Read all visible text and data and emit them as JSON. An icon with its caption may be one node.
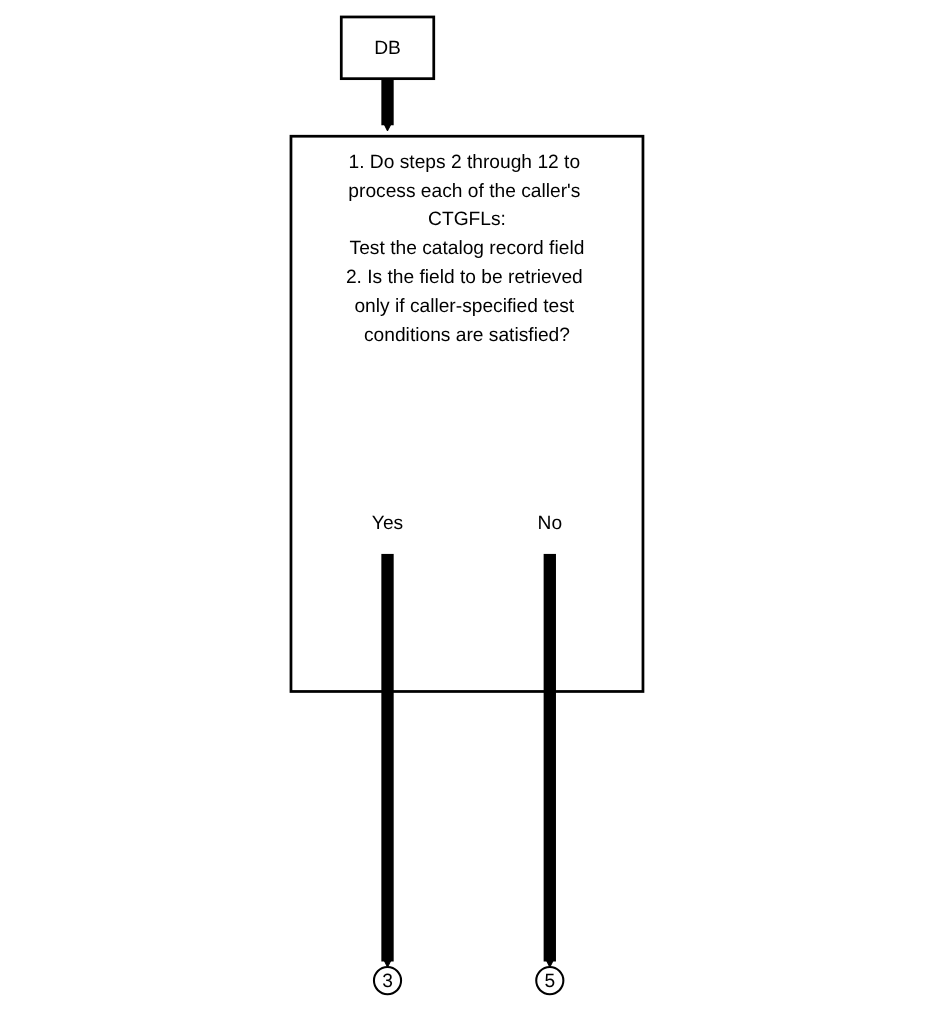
{
  "diagram": {
    "nodes": [
      {
        "text": [
          "DB"
        ]
      },
      {
        "text": [
          "1. Do steps 2 through 12 to process each of the caller's CTGFLs:",
          "Test the catalog record field",
          "2. Is the field to be retrieved only if caller-specified test conditions are satisfied?"
        ]
      },
      {
        "text": [
          "Yes"
        ],
        "in": 1
      },
      {
        "text": [
          "No"
        ],
        "in": 1
      },
      {
        "text": [
          "5"
        ]
      },
      {
        "text": [
          "3"
        ]
      }
    ],
    "edges": [
      {
        "from": 0,
        "to": 1,
        "arrow": "to"
      },
      {
        "from": 3,
        "to": 4,
        "arrow": "to"
      },
      {
        "from": 2,
        "to": 5,
        "arrow": "to"
      }
    ]
  }
}
